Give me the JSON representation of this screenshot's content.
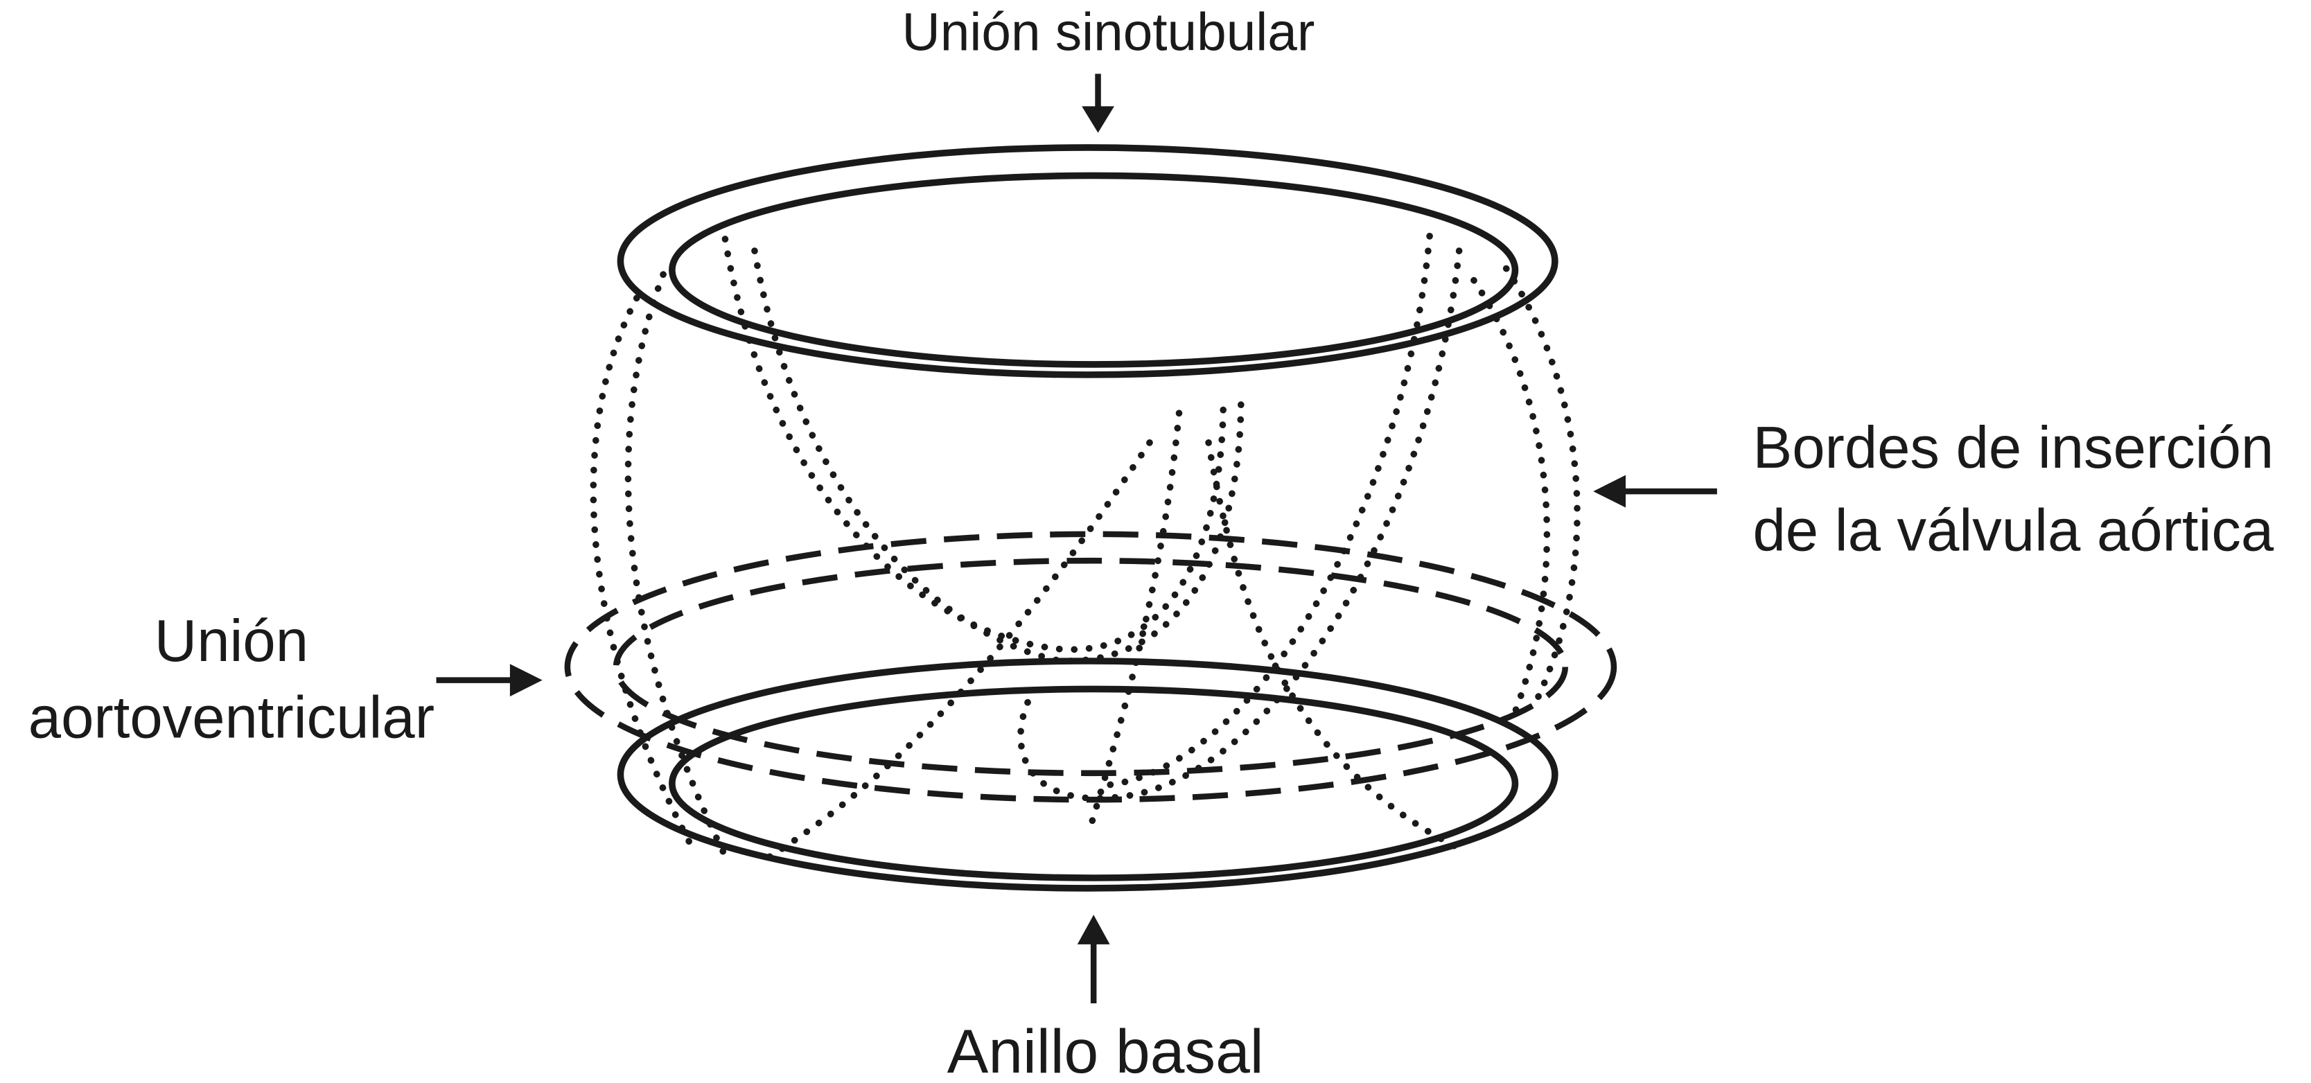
{
  "labels": {
    "sinotubular": "Unión sinotubular",
    "bordes_line1": "Bordes de inserción",
    "bordes_line2": "de la válvula aórtica",
    "aortoventricular_line1": "Unión",
    "aortoventricular_line2": "aortoventricular",
    "anillo_basal": "Anillo basal"
  },
  "colors": {
    "ink": "#1a1a1a",
    "background": "#ffffff"
  }
}
